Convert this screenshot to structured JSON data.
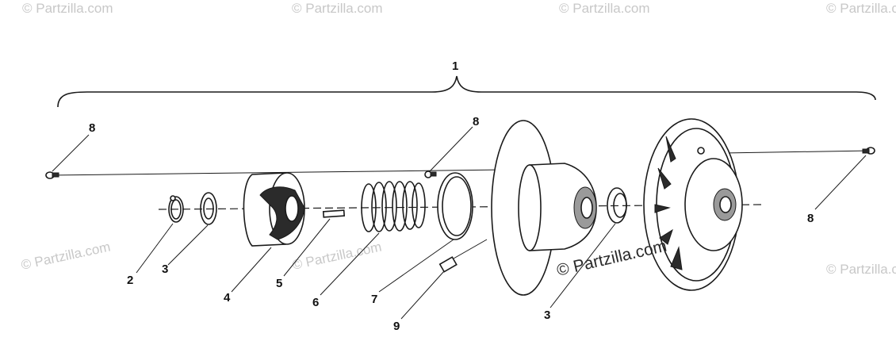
{
  "watermarks": {
    "faint": "© Partzilla.com",
    "main": "© Partzilla.com"
  },
  "callouts": {
    "assembly": "1",
    "circlip": "2",
    "washer_left": "3",
    "washer_right": "3",
    "cam": "4",
    "key": "5",
    "spring": "6",
    "ring": "7",
    "screw_left": "8",
    "screw_mid": "8",
    "screw_right": "8",
    "bolt": "9"
  }
}
